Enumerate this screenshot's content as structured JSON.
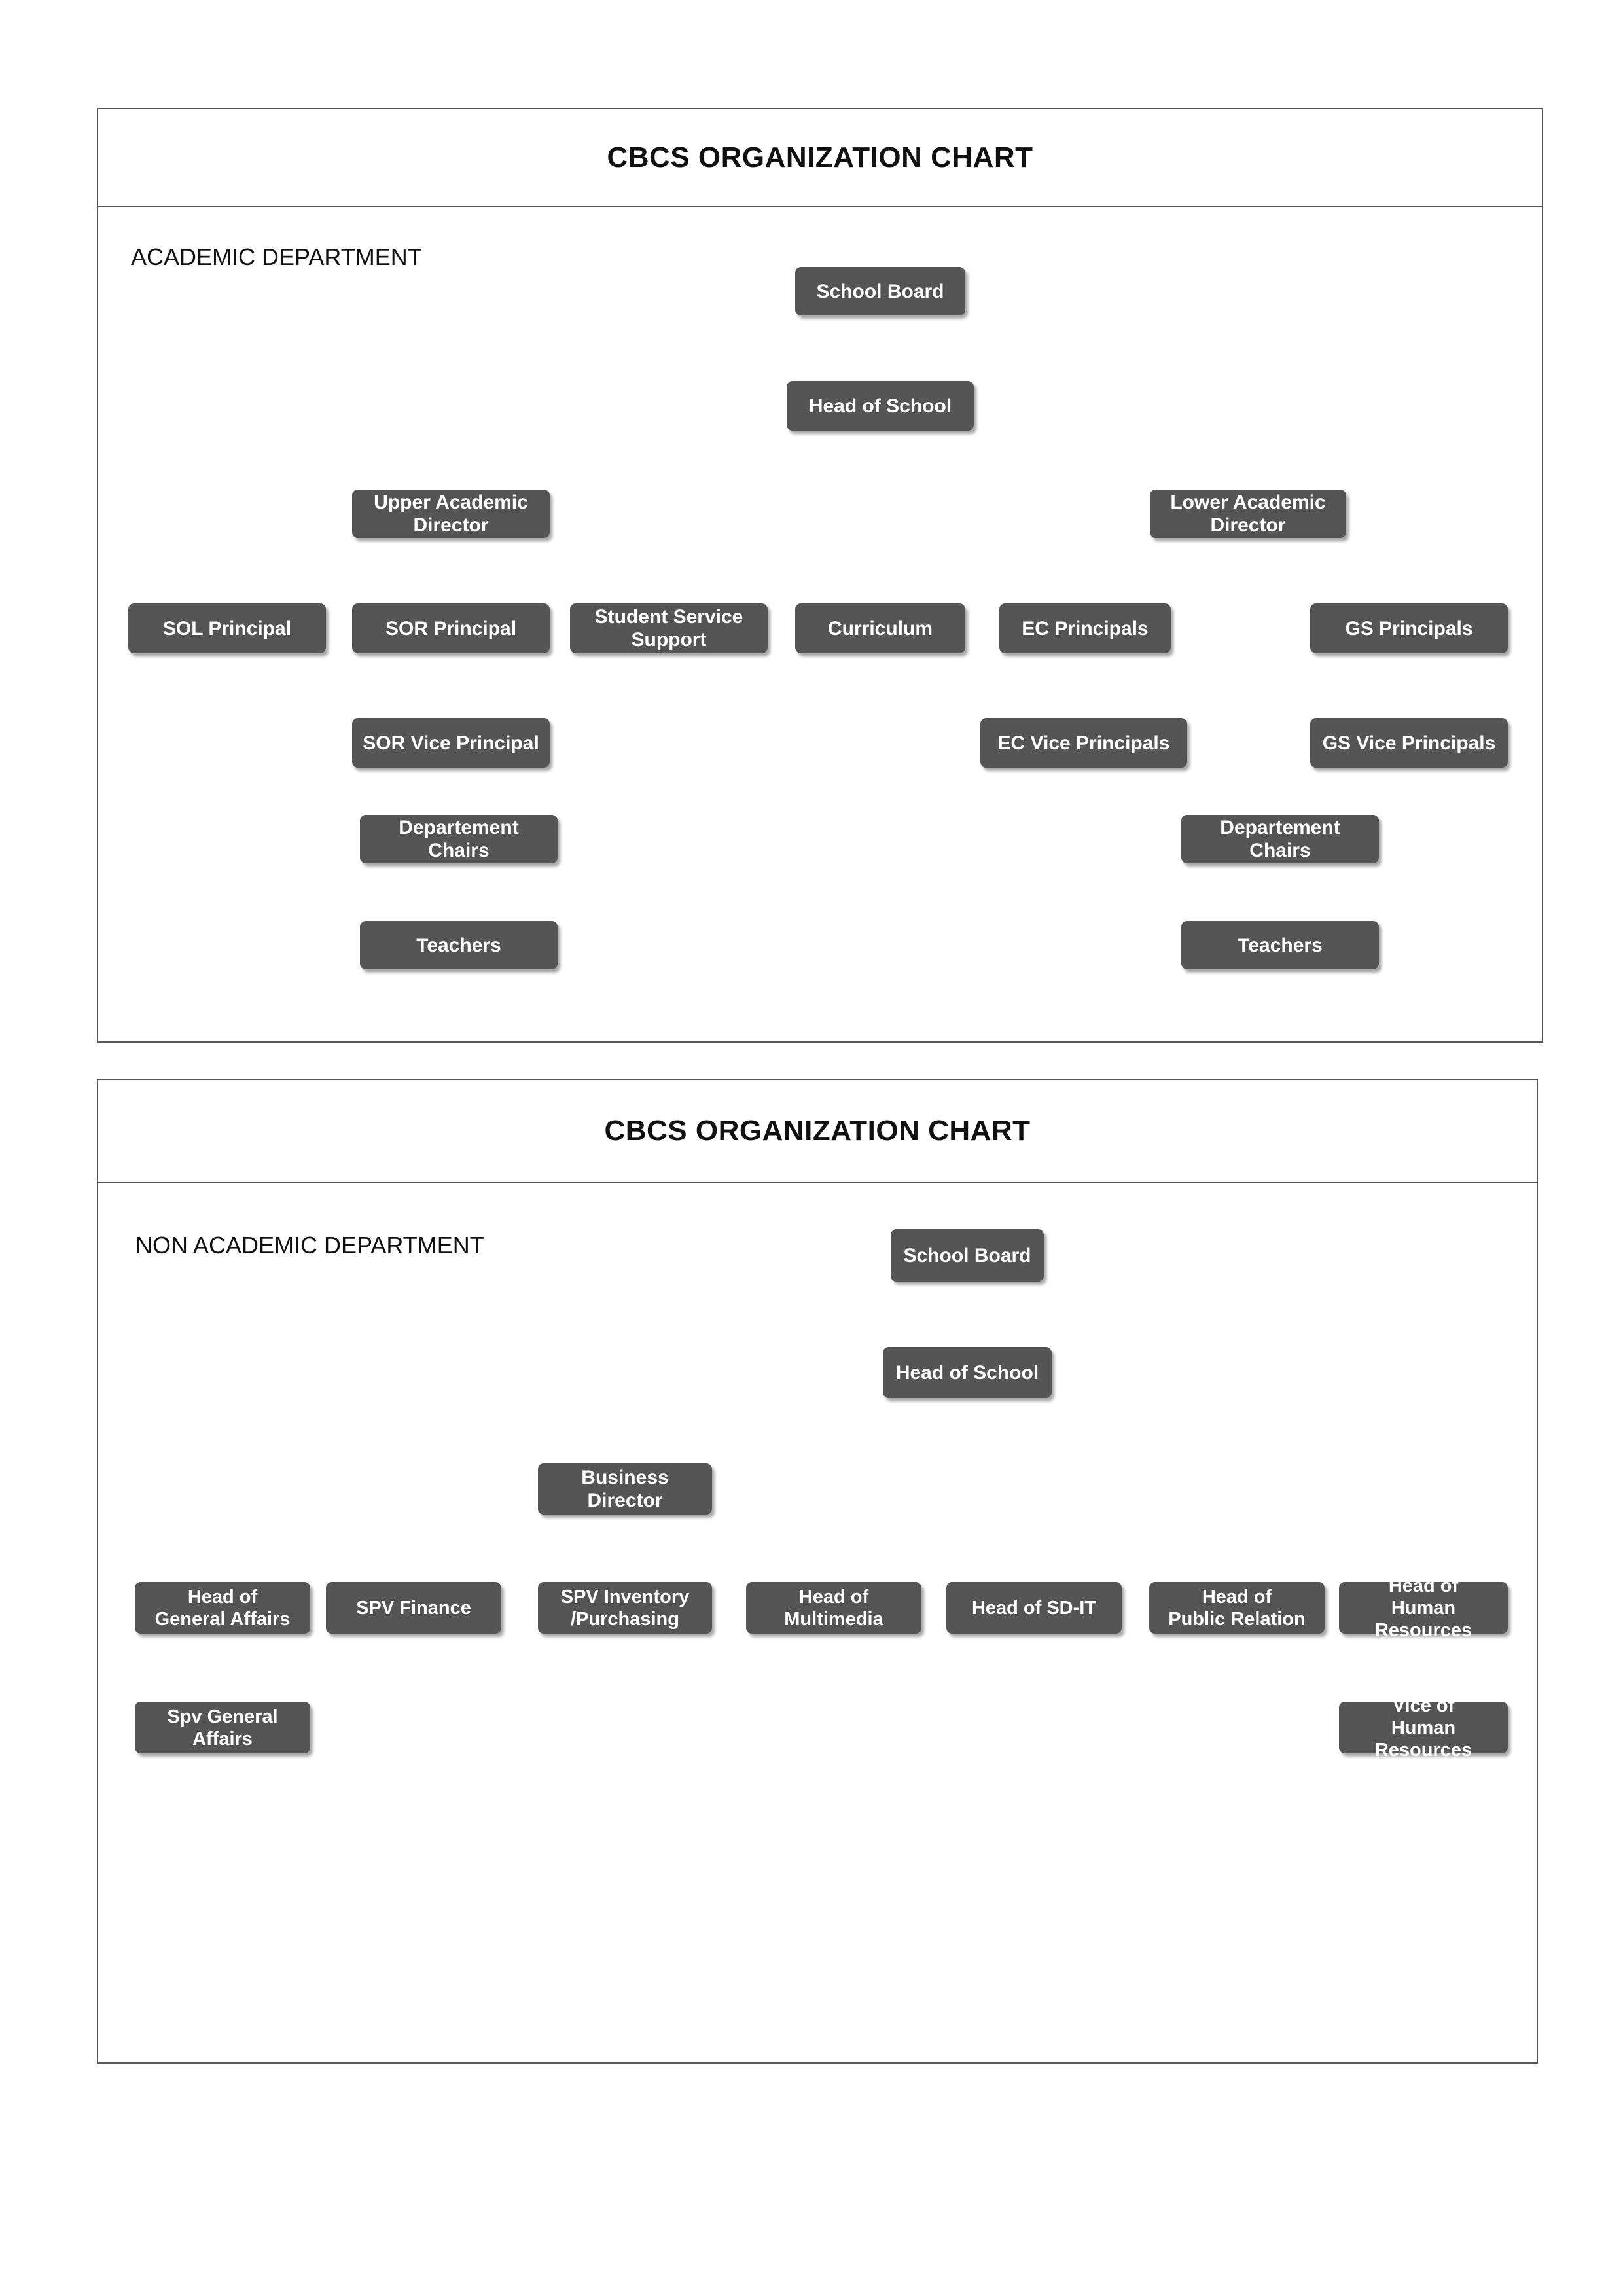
{
  "academic": {
    "title": "CBCS ORGANIZATION CHART",
    "department": "ACADEMIC DEPARTMENT",
    "nodes": {
      "school_board": "School Board",
      "head_of_school": "Head of School",
      "upper_academic_director": "Upper Academic\nDirector",
      "lower_academic_director": "Lower Academic\nDirector",
      "sol_principal": "SOL Principal",
      "sor_principal": "SOR Principal",
      "student_service_support": "Student Service\nSupport",
      "curriculum": "Curriculum",
      "ec_principals": "EC Principals",
      "gs_principals": "GS Principals",
      "sor_vice_principal": "SOR Vice Principal",
      "ec_vice_principals": "EC Vice Principals",
      "gs_vice_principals": "GS Vice Principals",
      "department_chairs_left": "Departement\nChairs",
      "teachers_left": "Teachers",
      "department_chairs_right": "Departement\nChairs",
      "teachers_right": "Teachers"
    }
  },
  "non_academic": {
    "title": "CBCS ORGANIZATION CHART",
    "department": "NON ACADEMIC DEPARTMENT",
    "nodes": {
      "school_board": "School Board",
      "head_of_school": "Head of School",
      "business_director": "Business Director",
      "head_general_affairs": "Head of\nGeneral Affairs",
      "spv_finance": "SPV Finance",
      "spv_inventory": "SPV Inventory\n/Purchasing",
      "head_multimedia": "Head of Multimedia",
      "head_sd_it": "Head of SD-IT",
      "head_public_relation": "Head of\nPublic Relation",
      "head_human_resources": "Head of\nHuman Resources",
      "spv_general_affairs": "Spv General Affairs",
      "vice_human_resources": "Vice of\nHuman Resources"
    }
  },
  "colors": {
    "node_fill": "#555555",
    "node_text": "#ffffff",
    "line": "#555555"
  }
}
